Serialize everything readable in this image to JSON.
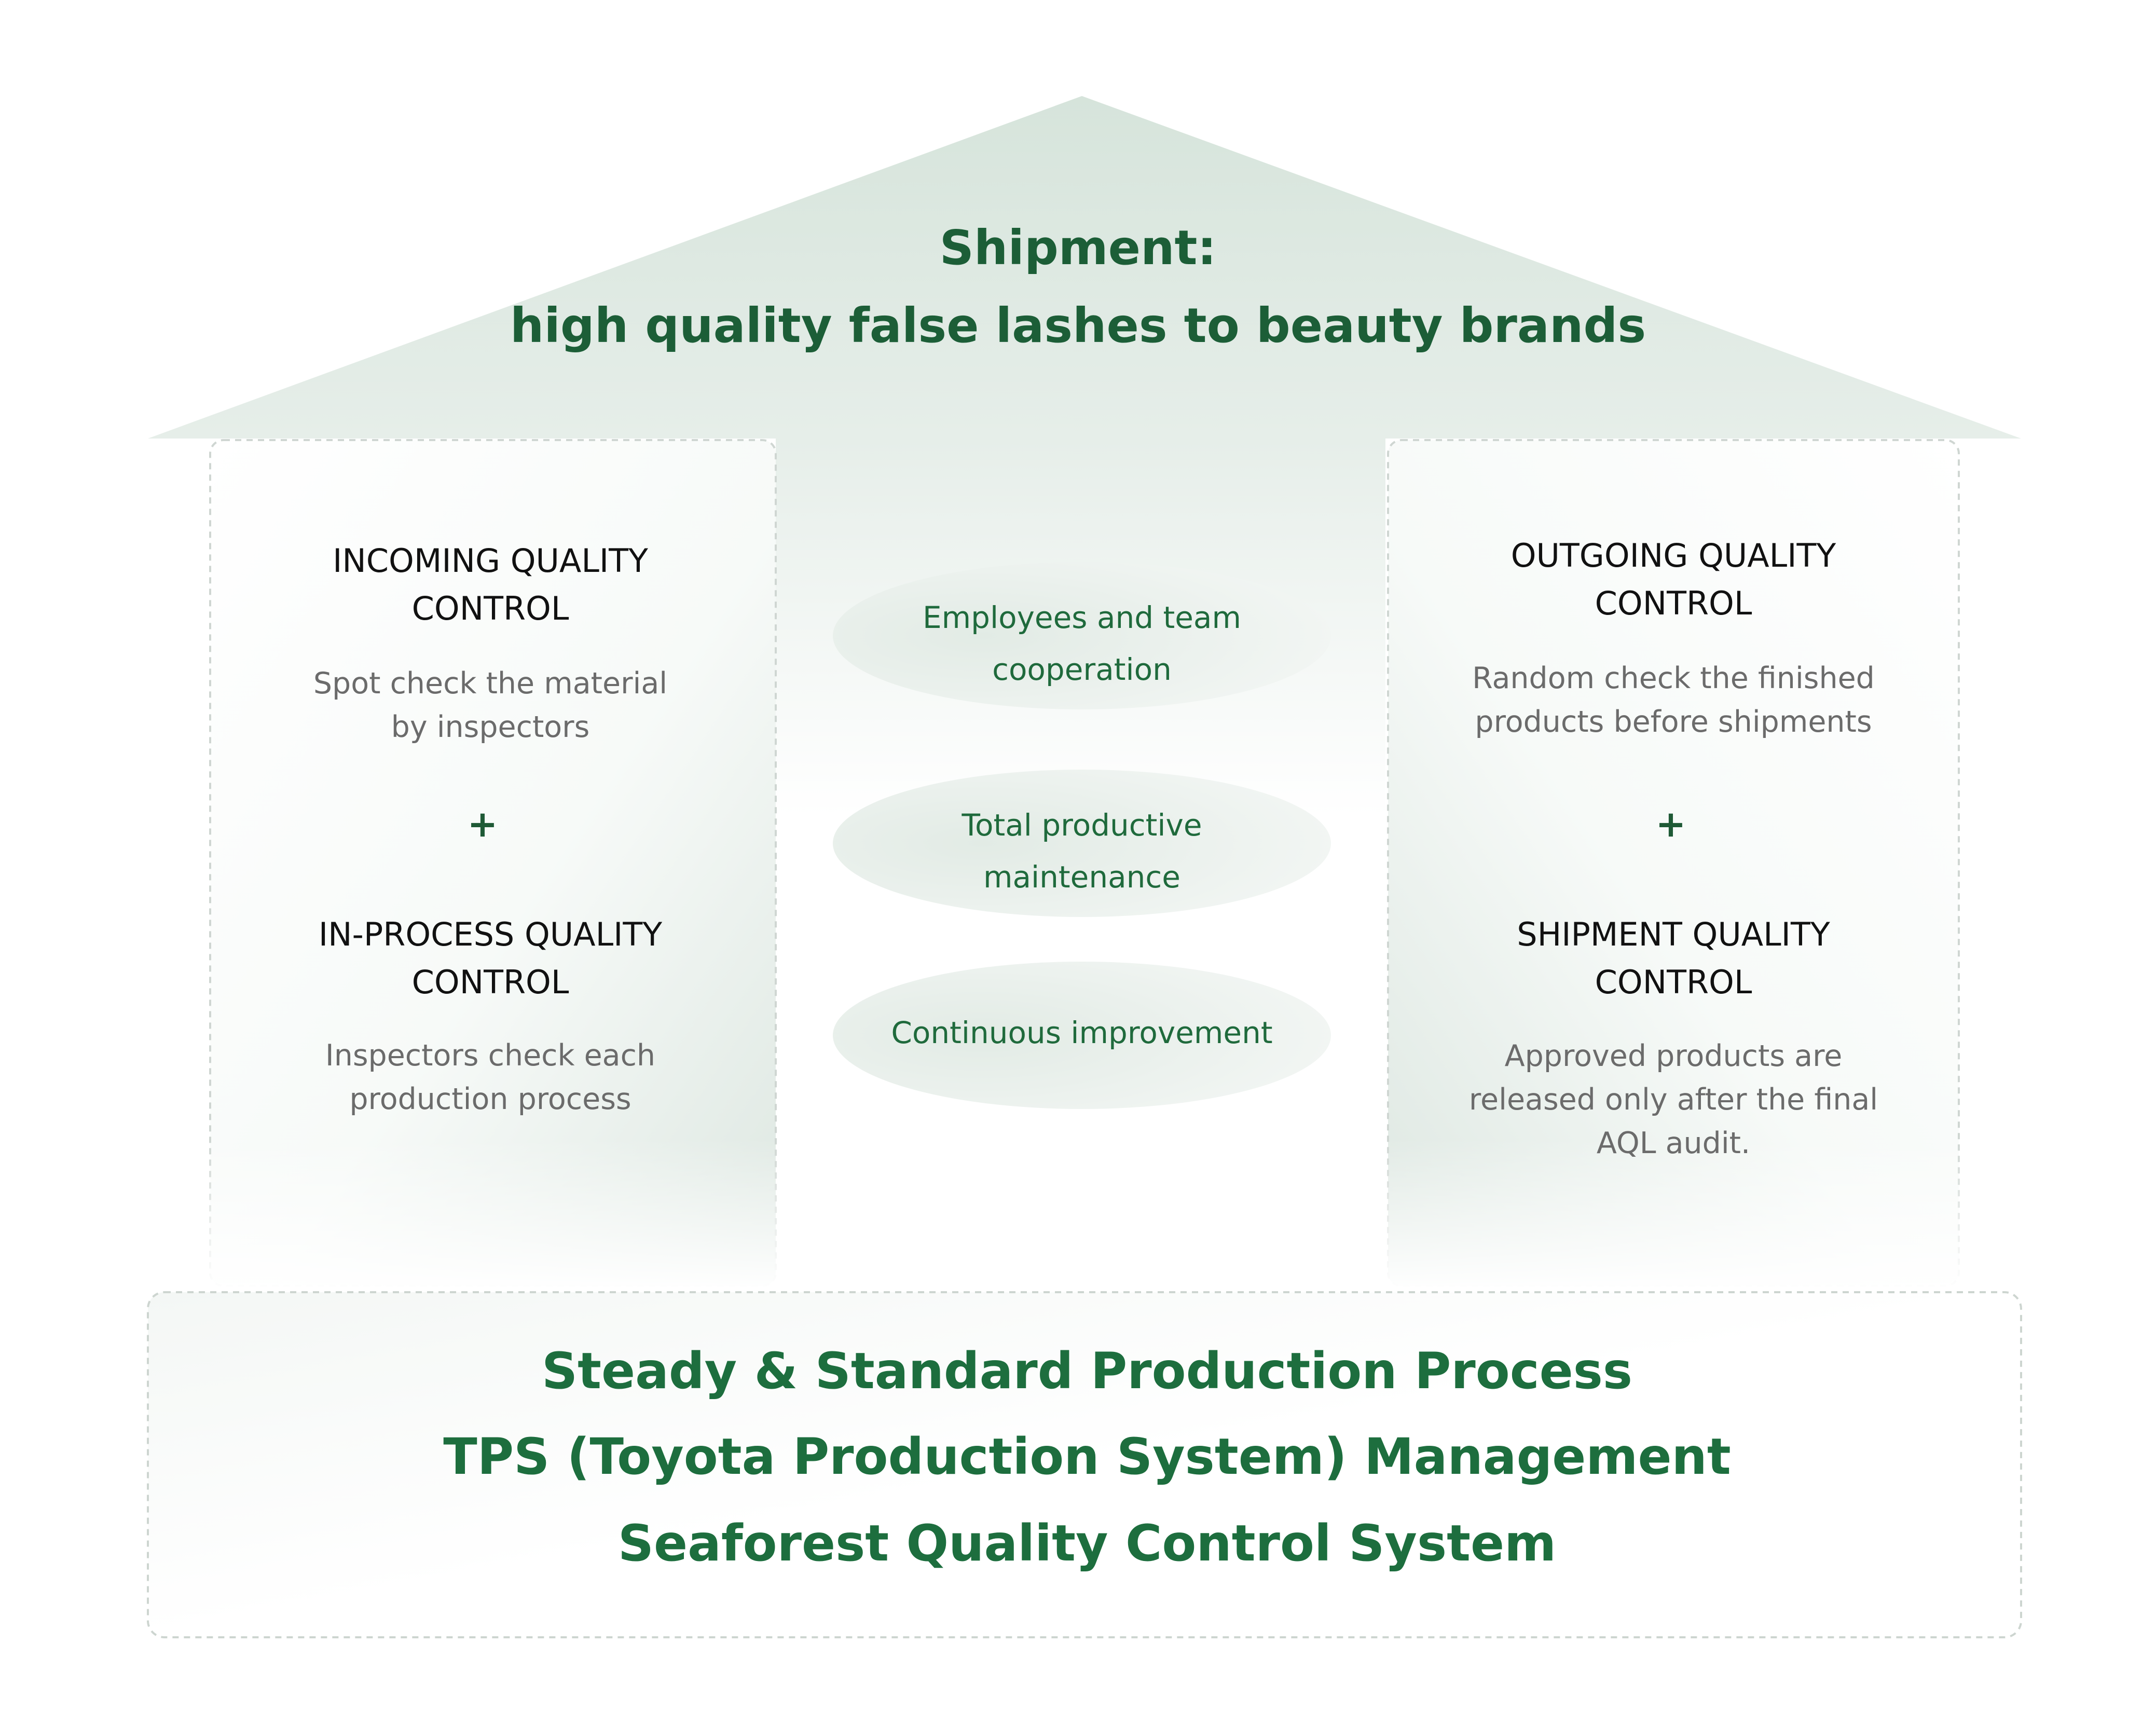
{
  "roof": {
    "title_line1": "Shipment:",
    "title_line2": "high quality false lashes to beauty brands"
  },
  "left_pillar": {
    "incoming": {
      "title_line1": "INCOMING QUALITY",
      "title_line2": "CONTROL",
      "desc_line1": "Spot check the material",
      "desc_line2": "by inspectors"
    },
    "plus": "+",
    "in_process": {
      "title_line1": "IN-PROCESS QUALITY",
      "title_line2": "CONTROL",
      "desc_line1": "Inspectors check each",
      "desc_line2": "production process"
    }
  },
  "center": {
    "items": [
      {
        "line1": "Employees and team",
        "line2": "cooperation"
      },
      {
        "line1": "Total productive",
        "line2": "maintenance"
      },
      {
        "line1": "Continuous improvement"
      }
    ]
  },
  "right_pillar": {
    "outgoing": {
      "title_line1": "OUTGOING QUALITY",
      "title_line2": "CONTROL",
      "desc_line1": "Random check the finished",
      "desc_line2": "products before shipments"
    },
    "plus": "+",
    "shipment_qc": {
      "title_line1": "SHIPMENT QUALITY",
      "title_line2": "CONTROL",
      "desc_line1": "Approved products are",
      "desc_line2": "released only after the final",
      "desc_line3": "AQL audit."
    }
  },
  "foundation": {
    "lines": [
      "Steady & Standard Production Process",
      "TPS (Toyota Production System) Management",
      "Seaforest Quality Control System"
    ]
  },
  "colors": {
    "brand_green": "#1d6e3e",
    "roof_fill": "#dde8e1",
    "ellipse_fill": "#e6eee9",
    "border_dash": "#cdd5d0"
  }
}
